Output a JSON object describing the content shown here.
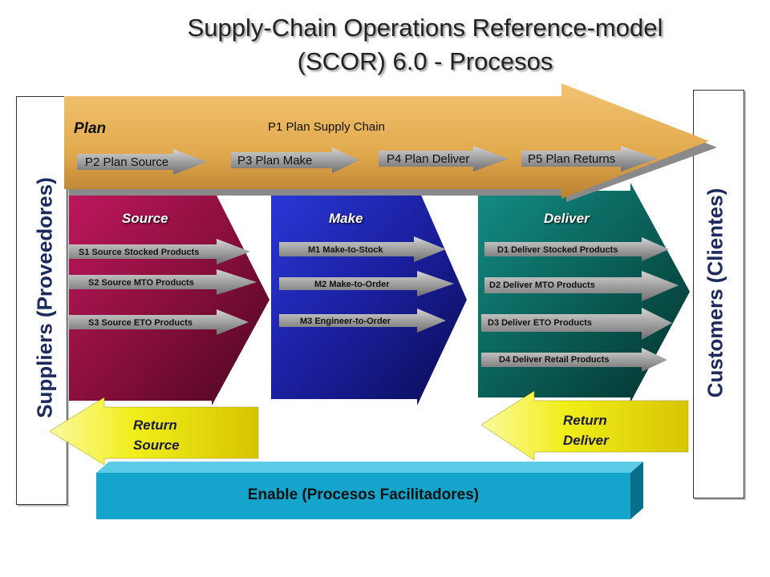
{
  "title": {
    "line1": "Supply-Chain Operations Reference-model",
    "line2": "(SCOR) 6.0 - Procesos"
  },
  "suppliers_label": "Suppliers (Proveedores)",
  "customers_label": "Customers (Clientes)",
  "plan": {
    "label": "Plan",
    "p1": "P1  Plan Supply Chain",
    "items": [
      "P2  Plan Source",
      "P3  Plan Make",
      "P4  Plan Deliver",
      "P5  Plan Returns"
    ]
  },
  "source": {
    "label": "Source",
    "items": [
      "S1  Source Stocked Products",
      "S2  Source MTO Products",
      "S3  Source ETO Products"
    ]
  },
  "make": {
    "label": "Make",
    "items": [
      "M1  Make-to-Stock",
      "M2  Make-to-Order",
      "M3  Engineer-to-Order"
    ]
  },
  "deliver": {
    "label": "Deliver",
    "items": [
      "D1  Deliver Stocked Products",
      "D2  Deliver MTO Products",
      "D3 Deliver ETO Products",
      "D4  Deliver Retail Products"
    ]
  },
  "return_source": {
    "line1": "Return",
    "line2": "Source"
  },
  "return_deliver": {
    "line1": "Return",
    "line2": "Deliver"
  },
  "enable": "Enable (Procesos Facilitadores)",
  "colors": {
    "source": "#8a0f3c",
    "make": "#1a1f9e",
    "deliver": "#0a5f58",
    "plan": "#e2aa4e",
    "return": "#f1ee1a",
    "enable": "#15a4cc",
    "sub_arrow": "#9a9a9a"
  }
}
